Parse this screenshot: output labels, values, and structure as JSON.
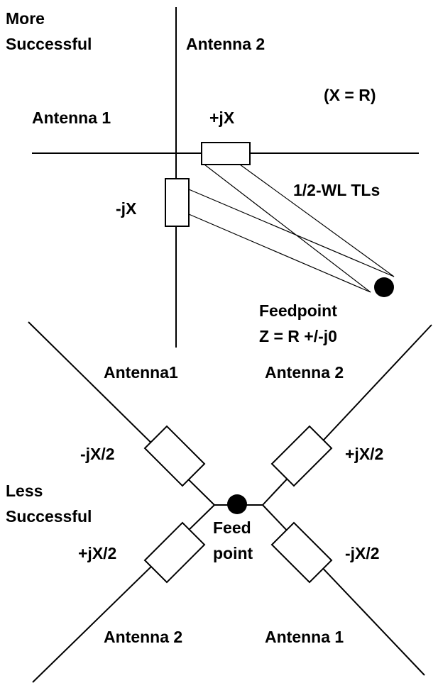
{
  "top": {
    "heading_line1": "More",
    "heading_line2": "Successful",
    "antenna1_label": "Antenna 1",
    "antenna2_label": "Antenna 2",
    "condition_label": "(X = R)",
    "plus_jx_label": "+jX",
    "minus_jx_label": "-jX",
    "tl_label": "1/2-WL TLs",
    "feedpoint_line1": "Feedpoint",
    "feedpoint_line2": "Z = R +/-j0"
  },
  "bottom": {
    "heading_line1": "Less",
    "heading_line2": "Successful",
    "antenna1_top_label": "Antenna1",
    "antenna2_top_label": "Antenna 2",
    "antenna2_bottom_label": "Antenna 2",
    "antenna1_bottom_label": "Antenna 1",
    "upper_left_element": "-jX/2",
    "upper_right_element": "+jX/2",
    "lower_left_element": "+jX/2",
    "lower_right_element": "-jX/2",
    "feed_line1": "Feed",
    "feed_line2": "point"
  },
  "colors": {
    "ink": "#000000",
    "background": "#ffffff"
  }
}
